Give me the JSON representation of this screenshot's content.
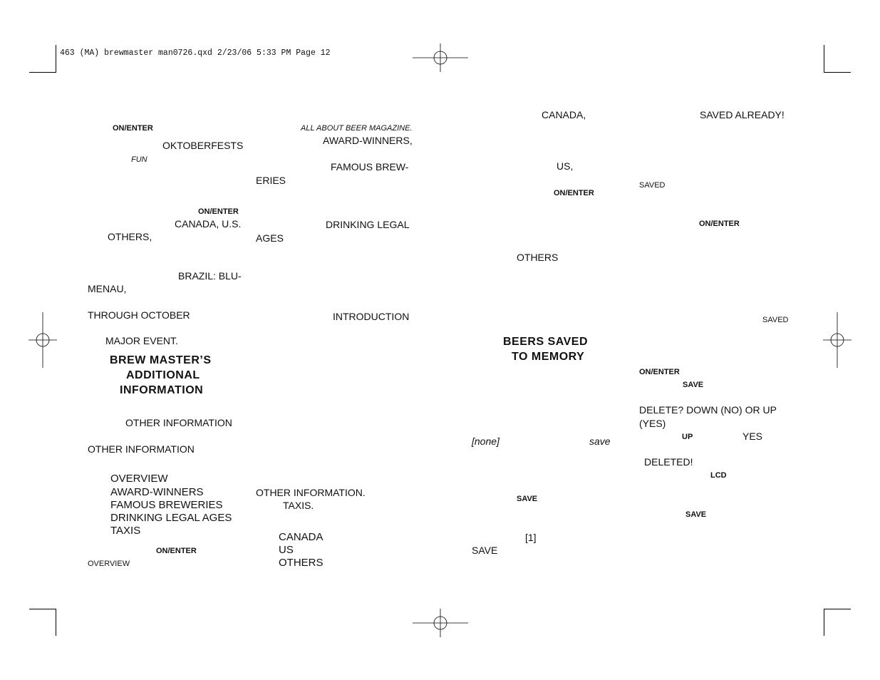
{
  "header": {
    "slug": "463 (MA) brewmaster man0726.qxd  2/23/06  5:33 PM  Page 12"
  },
  "col1": {
    "on_enter_1": "ON/ENTER",
    "oktoberfests": "OKTOBERFESTS",
    "fun": "FUN",
    "on_enter_2": "ON/ENTER",
    "canada_us": "CANADA, U.S.",
    "others": "OTHERS,",
    "brazil": "BRAZIL: BLU-",
    "menau": "MENAU,",
    "through_october": "THROUGH OCTOBER",
    "major_event": "MAJOR EVENT.",
    "heading_line1": "BREW MASTER’S",
    "heading_line2": "ADDITIONAL",
    "heading_line3": "INFORMATION",
    "other_information_1": "OTHER INFORMATION",
    "other_information_2": "OTHER  INFORMATION",
    "menu_items": [
      "OVERVIEW",
      "AWARD-WINNERS",
      "FAMOUS BREWERIES",
      "DRINKING LEGAL AGES",
      "TAXIS"
    ],
    "on_enter_3": "ON/ENTER",
    "overview": "OVERVIEW"
  },
  "col2": {
    "magazine": "ALL ABOUT BEER MAGAZINE.",
    "award_winners": "AWARD-WINNERS,",
    "famous_brew": "FAMOUS  BREW-",
    "eries": "ERIES",
    "drinking_legal": "DRINKING  LEGAL",
    "ages": "AGES",
    "introduction": "INTRODUCTION",
    "other_information": "OTHER    INFORMATION.",
    "taxis": "TAXIS.",
    "countries": [
      "CANADA",
      "US",
      "OTHERS"
    ]
  },
  "col3": {
    "canada": "CANADA,",
    "us": "US,",
    "on_enter": "ON/ENTER",
    "others": "OTHERS",
    "heading_line1": "BEERS SAVED",
    "heading_line2": "TO MEMORY",
    "none": "[none]",
    "save_italic": "save",
    "save_key": "SAVE",
    "one": "[1]",
    "save": "SAVE"
  },
  "col4": {
    "saved_already": "SAVED   ALREADY!",
    "saved_1": "SAVED",
    "on_enter_1": "ON/ENTER",
    "saved_2": "SAVED",
    "on_enter_2": "ON/ENTER",
    "save_key_1": "SAVE",
    "delete_line1": "DELETE?  DOWN  (NO)  OR  UP",
    "delete_line2": "(YES)",
    "up": "UP",
    "yes": "YES",
    "deleted": "DELETED!",
    "lcd": "LCD",
    "save_key_2": "SAVE"
  }
}
